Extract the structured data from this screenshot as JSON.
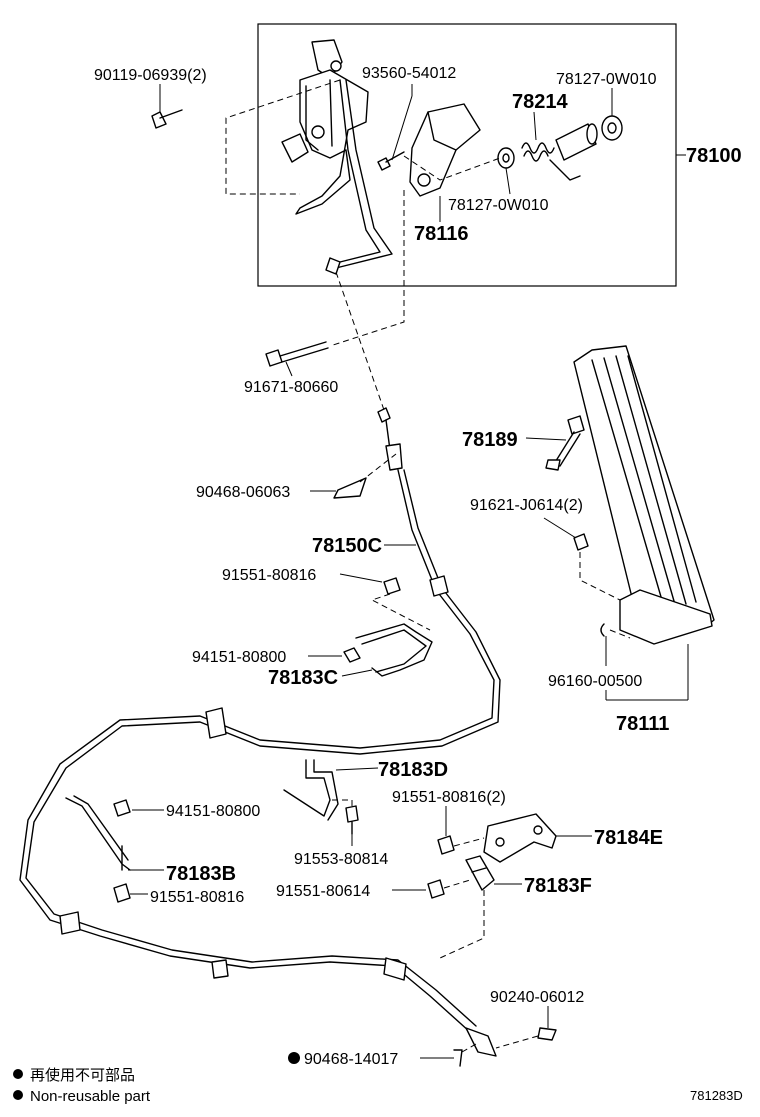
{
  "assembly_labels": {
    "a78100": "78100",
    "a78111": "78111"
  },
  "part_labels": {
    "p90119": "90119-06939(2)",
    "p93560": "93560-54012",
    "p78127a": "78127-0W010",
    "p78214": "78214",
    "p78127b": "78127-0W010",
    "p78116": "78116",
    "p91671": "91671-80660",
    "p78189": "78189",
    "p90468a": "90468-06063",
    "p91621": "91621-J0614(2)",
    "p78150c": "78150C",
    "p91551a": "91551-80816",
    "p94151a": "94151-80800",
    "p78183c": "78183C",
    "p96160": "96160-00500",
    "p78183d": "78183D",
    "p91551b": "91551-80816(2)",
    "p94151b": "94151-80800",
    "p78184e": "78184E",
    "p91553": "91553-80814",
    "p78183b": "78183B",
    "p91551c": "91551-80614",
    "p78183f": "78183F",
    "p91551d": "91551-80816",
    "p90240": "90240-06012",
    "p90468b": "90468-14017"
  },
  "legend": {
    "marker": "●",
    "line_jp": "再使用不可部品",
    "line_en": "Non-reusable part"
  },
  "drawing_number": "781283D"
}
